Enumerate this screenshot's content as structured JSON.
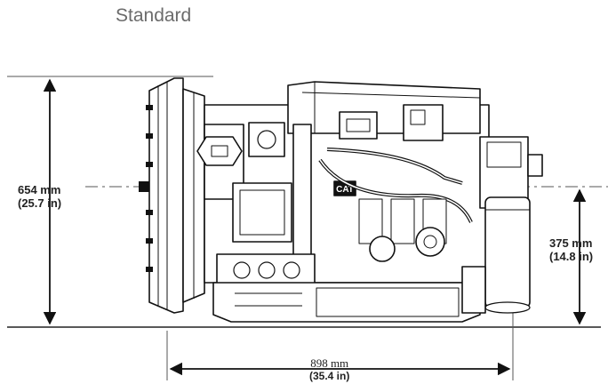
{
  "title": "Standard",
  "dimensions": {
    "height": {
      "mm": "654 mm",
      "in": "(25.7 in)"
    },
    "centerline_height": {
      "mm": "375 mm",
      "in": "(14.8 in)"
    },
    "length": {
      "mm": "898  mm",
      "in": "(35.4 in)"
    }
  },
  "engine_logo_text": "CAT"
}
